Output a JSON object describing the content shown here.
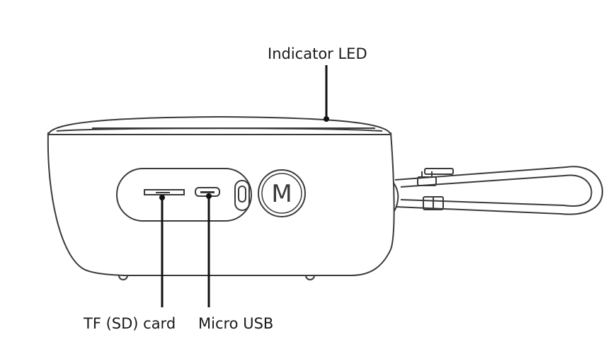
{
  "labels": {
    "indicator_led": "Indicator LED",
    "tf_card": "TF (SD) card",
    "micro_usb": "Micro USB"
  },
  "button": {
    "mode_letter": "M"
  },
  "colors": {
    "line": "#3a3a3a",
    "leader": "#111111",
    "background": "#ffffff"
  }
}
